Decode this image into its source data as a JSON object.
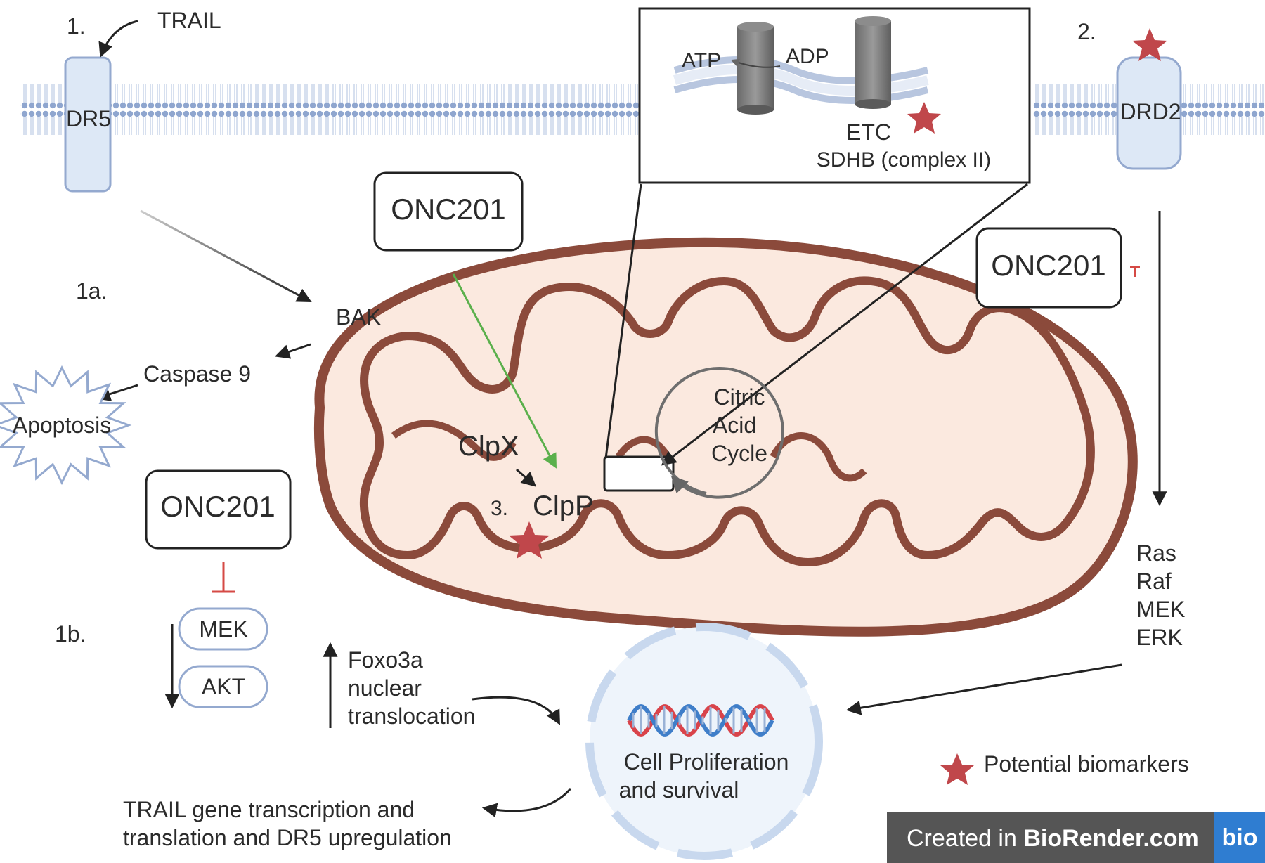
{
  "labels": {
    "step1": "1.",
    "step2": "2.",
    "step3": "3.",
    "step1a": "1a.",
    "step1b": "1b.",
    "trail": "TRAIL",
    "dr5": "DR5",
    "drd2": "DRD2",
    "atp": "ATP",
    "adp": "ADP",
    "etc": "ETC",
    "sdhb": "SDHB (complex II)",
    "bak": "BAK",
    "caspase9": "Caspase 9",
    "apoptosis": "Apoptosis",
    "clpx": "ClpX",
    "clpp": "ClpP",
    "citric_1": "Citric",
    "citric_2": "Acid",
    "citric_3": "Cycle",
    "mek": "MEK",
    "akt": "AKT",
    "foxo_1": "Foxo3a",
    "foxo_2": "nuclear",
    "foxo_3": "translocation",
    "ras": "Ras",
    "raf": "Raf",
    "mek_r": "MEK",
    "erk": "ERK",
    "cell_prolif_1": "Cell Proliferation",
    "cell_prolif_2": "and survival",
    "trail_trans_1": "TRAIL gene transcription and",
    "trail_trans_2": "translation and DR5 upregulation",
    "legend": "Potential biomarkers"
  },
  "drug_boxes": {
    "top": "ONC201",
    "right": "ONC201",
    "left": "ONC201"
  },
  "watermark": {
    "prefix": "Created in ",
    "brand": "BioRender.com",
    "logo": "bio"
  },
  "colors": {
    "membrane": "#8fa6cf",
    "receptor_fill": "#dde8f6",
    "receptor_stroke": "#94a9cf",
    "mito_outer": "#8b4a3b",
    "mito_fill": "#fbe9df",
    "star": "#c0474b",
    "inhibit": "#d54a45",
    "green_arrow": "#5bb04c",
    "dna_red": "#d9434a",
    "dna_blue": "#3f7ec9",
    "watermark_bg": "#555555",
    "watermark_logo_bg": "#2f7dd1"
  }
}
